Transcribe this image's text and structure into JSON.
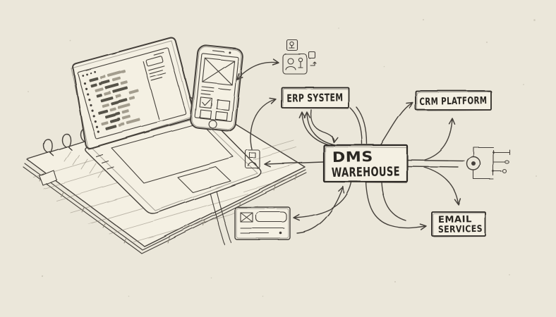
{
  "palette": {
    "paper": "#ebe7da",
    "ink": "#45413a",
    "ink_dark": "#2a2722",
    "ink_soft": "#8a8476",
    "box_fill": "#f4f0e3"
  },
  "nodes": {
    "erp": {
      "label": "ERP SYSTEM"
    },
    "crm": {
      "label": "CRM PLATFORM"
    },
    "dms": {
      "line1": "DMS",
      "line2": "WAREHOUSE"
    },
    "email": {
      "line1": "EMAIL",
      "line2": "SERVICES"
    }
  },
  "icons": {
    "top": "user-profile-devices-icon",
    "left": "save-disk-icon",
    "bottom": "email-message-card-icon",
    "right": "connector-pins-icon"
  },
  "illustration": {
    "items": [
      "laptop with code editor",
      "smartphone wireframe",
      "spiral notebook"
    ]
  }
}
